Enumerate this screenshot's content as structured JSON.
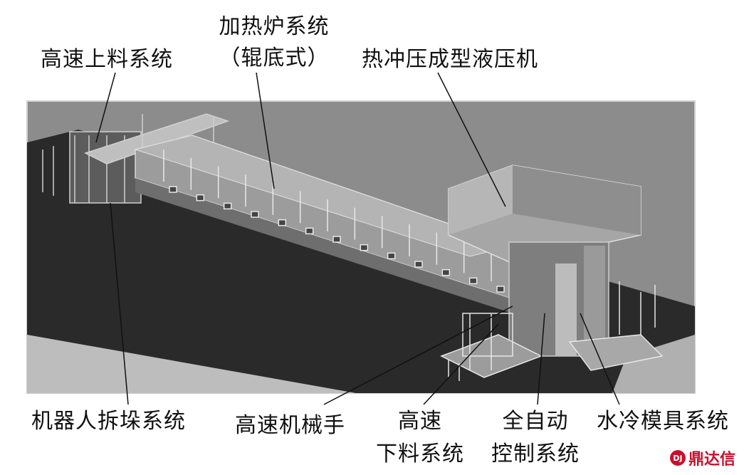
{
  "labels": {
    "top": {
      "loading": "高速上料系统",
      "furnace_line1": "加热炉系统",
      "furnace_line2": "（辊底式）",
      "press": "热冲压成型液压机"
    },
    "bottom": {
      "robot": "机器人拆垛系统",
      "manipulator": "高速机械手",
      "unloading_line1": "高速",
      "unloading_line2": "下料系统",
      "control_line1": "全自动",
      "control_line2": "控制系统",
      "cooling": "水冷模具系统"
    }
  },
  "watermark": {
    "logo_text": "DJ",
    "text": "鼎达信"
  },
  "colors": {
    "floor": "#2b2b2b",
    "backdrop": "#8a8a8a",
    "furnace": "#9a9a9a",
    "press": "#a3a3a3",
    "watermark": "#c8102e"
  }
}
